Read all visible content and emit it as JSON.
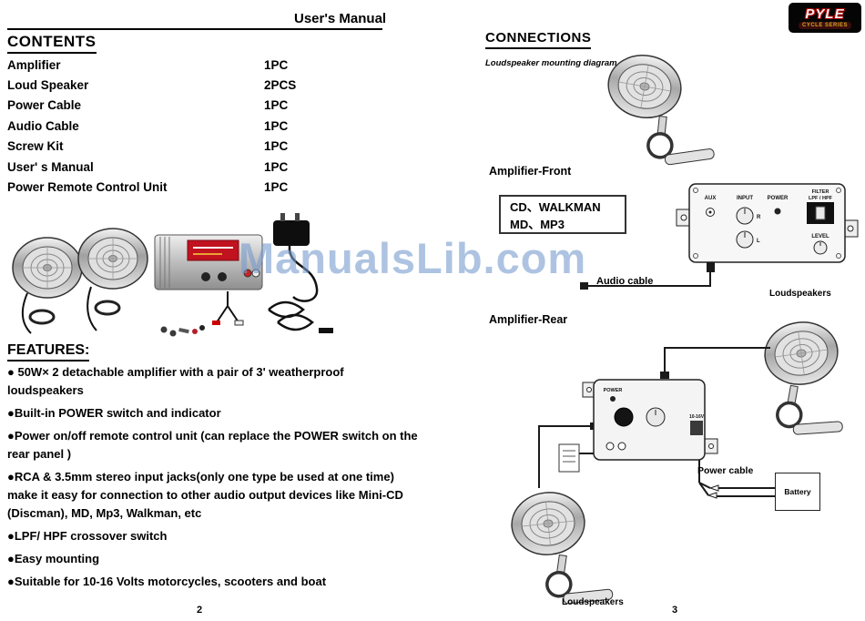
{
  "page": {
    "header_title": "User's Manual",
    "watermark": "ManualsLib.com"
  },
  "contents": {
    "heading": "CONTENTS",
    "items": [
      {
        "label": "Amplifier",
        "qty": "1PC"
      },
      {
        "label": "Loud Speaker",
        "qty": "2PCS"
      },
      {
        "label": "Power Cable",
        "qty": "1PC"
      },
      {
        "label": "Audio Cable",
        "qty": "1PC"
      },
      {
        "label": "Screw Kit",
        "qty": "1PC"
      },
      {
        "label": "User' s Manual",
        "qty": "1PC"
      },
      {
        "label": "Power Remote Control Unit",
        "qty": "1PC"
      }
    ]
  },
  "features": {
    "heading": "FEATURES:",
    "items": [
      "● 50W× 2 detachable amplifier with a pair of 3' weatherproof loudspeakers",
      "●Built-in POWER switch and indicator",
      "●Power on/off remote control unit (can replace the POWER switch on the rear panel )",
      "●RCA & 3.5mm stereo input jacks(only one type be used at one time) make it easy for connection to other audio output devices like Mini-CD (Discman), MD, Mp3, Walkman, etc",
      "●LPF/ HPF crossover switch",
      "●Easy mounting",
      "●Suitable for 10-16 Volts motorcycles, scooters and boat"
    ]
  },
  "left_page_number": "2",
  "right_page_number": "3",
  "logo": {
    "brand": "PYLE",
    "series": "CYCLE SERIES"
  },
  "connections": {
    "heading": "CONNECTIONS",
    "mounting_caption": "Loudspeaker mounting diagram",
    "amp_front_label": "Amplifier-Front",
    "source_line1": "CD、WALKMAN",
    "source_line2": "MD、MP3",
    "audio_cable": "Audio cable",
    "loudspeakers_right": "Loudspeakers",
    "amp_rear_label": "Amplifier-Rear",
    "power_cable": "Power cable",
    "battery": "Battery",
    "loudspeakers_bottom": "Loudspeakers"
  },
  "amp_front": {
    "aux": "AUX",
    "input": "INPUT",
    "power": "POWER",
    "filter1": "FILTER",
    "filter2": "LPF / HPF",
    "level": "LEVEL",
    "r": "R",
    "l": "L"
  },
  "amp_rear": {
    "power": "POWER",
    "volt": "10-16V"
  }
}
